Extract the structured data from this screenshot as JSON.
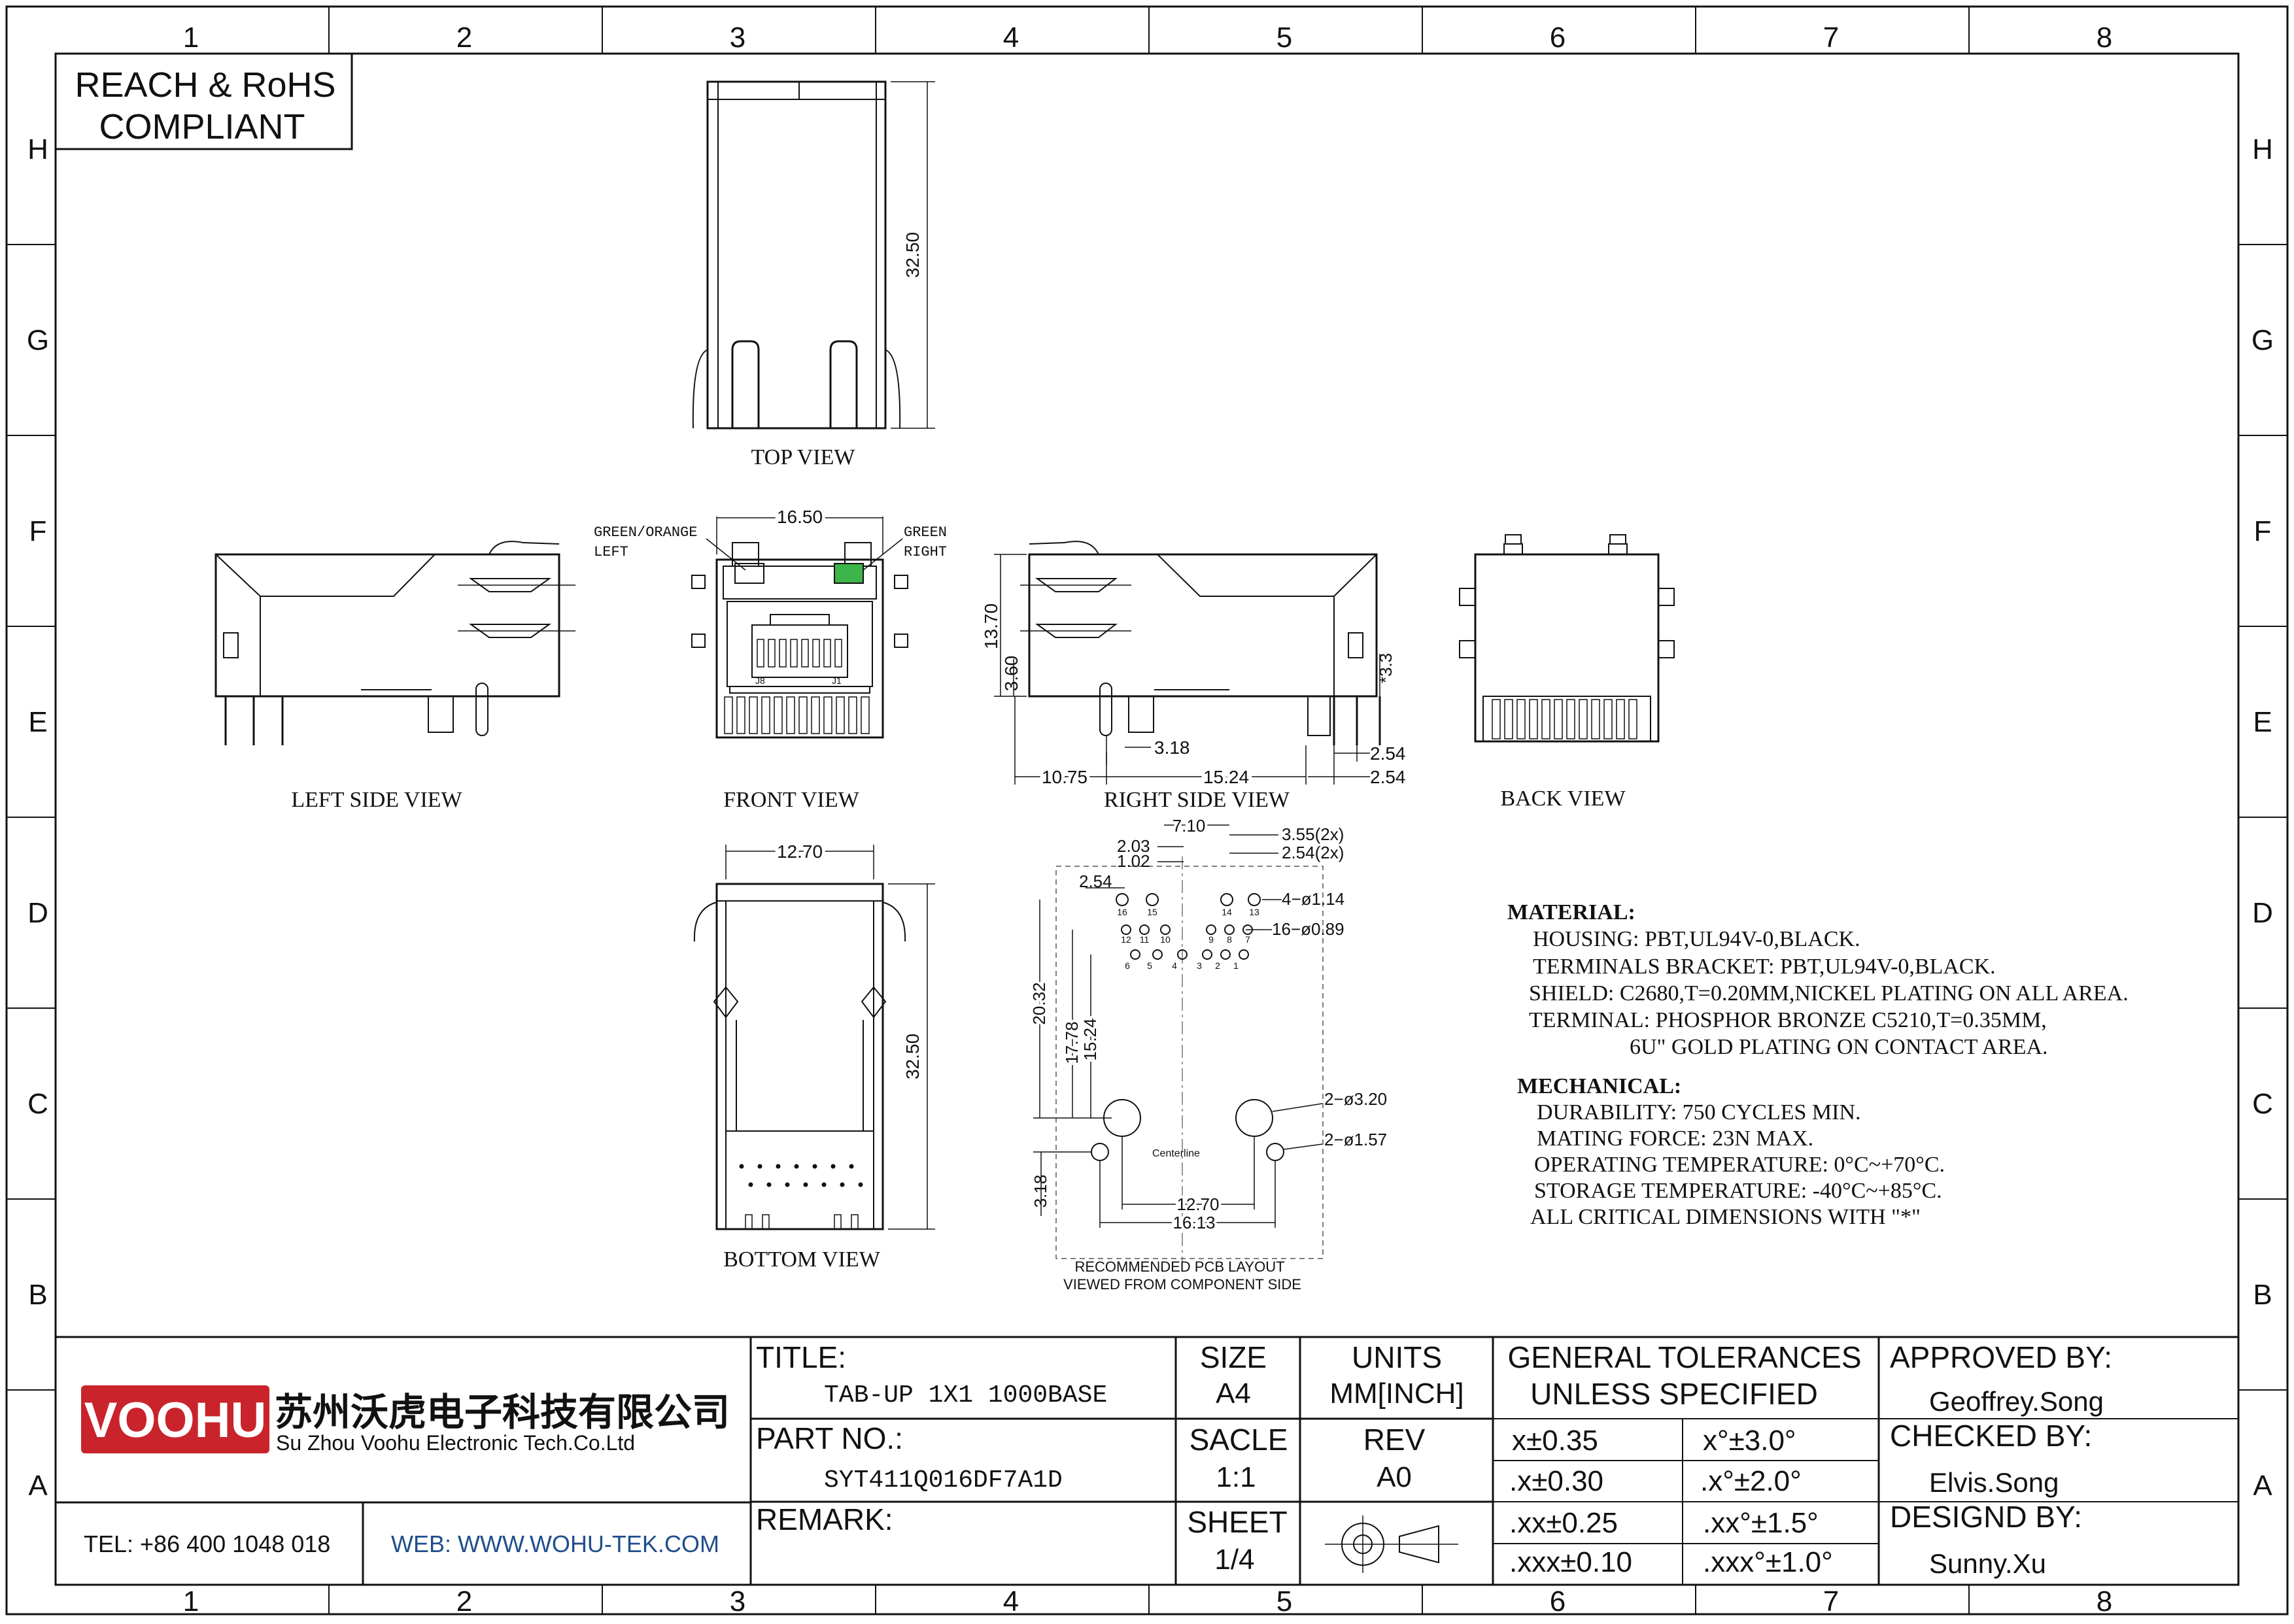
{
  "zones": {
    "columns": [
      "1",
      "2",
      "3",
      "4",
      "5",
      "6",
      "7",
      "8"
    ],
    "rows": [
      "H",
      "G",
      "F",
      "E",
      "D",
      "C",
      "B",
      "A"
    ]
  },
  "compliance": [
    "REACH & RoHS",
    "COMPLIANT"
  ],
  "views": {
    "top": "TOP VIEW",
    "left_side": "LEFT SIDE VIEW",
    "front": "FRONT VIEW",
    "right_side": "RIGHT SIDE VIEW",
    "back": "BACK VIEW",
    "bottom": "BOTTOM VIEW",
    "pcb_line1": "RECOMMENDED PCB LAYOUT",
    "pcb_line2": "VIEWED FROM COMPONENT SIDE",
    "centerline": "Centerline"
  },
  "led_labels": {
    "left_line1": "GREEN/ORANGE",
    "left_line2": "LEFT",
    "right_line1": "GREEN",
    "right_line2": "RIGHT",
    "left_color": "#ffffff",
    "right_color": "#3cb54a"
  },
  "front_pins": {
    "left": "J8",
    "right": "J1"
  },
  "dimensions": {
    "top_height": "32.50",
    "front_width": "16.50",
    "rs_13_70": "13.70",
    "rs_3_60": "3.60",
    "rs_3_3": "*3.3",
    "rs_3_18": "3.18",
    "rs_10_75": "10.75",
    "rs_15_24": "15.24",
    "rs_2_54a": "2.54",
    "rs_2_54b": "2.54",
    "bottom_width": "12.70",
    "bottom_height": "32.50",
    "pcb_7_10": "7.10",
    "pcb_2_03": "2.03",
    "pcb_1_02": "1.02",
    "pcb_3_55": "3.55(2x)",
    "pcb_2_54x": "2.54(2x)",
    "pcb_2_54": "2.54",
    "pcb_4_114": "4−ø1.14",
    "pcb_16_089": "16−ø0.89",
    "pcb_20_32": "20.32",
    "pcb_17_78": "17.78",
    "pcb_15_24": "15.24",
    "pcb_2_320": "2−ø3.20",
    "pcb_2_157": "2−ø1.57",
    "pcb_3_18": "3.18",
    "pcb_12_70": "12.70",
    "pcb_16_13": "16.13"
  },
  "pcb_pins": {
    "top_row": [
      "16",
      "15",
      "14",
      "13"
    ],
    "mid_row": [
      "12",
      "11",
      "10",
      "9",
      "8",
      "7"
    ],
    "low_row": [
      "6",
      "5",
      "4",
      "3",
      "2",
      "1"
    ]
  },
  "material": {
    "heading": "MATERIAL:",
    "lines": [
      "HOUSING: PBT,UL94V-0,BLACK.",
      "TERMINALS BRACKET: PBT,UL94V-0,BLACK.",
      "SHIELD: C2680,T=0.20MM,NICKEL PLATING ON ALL AREA.",
      "TERMINAL: PHOSPHOR BRONZE C5210,T=0.35MM,",
      "6U\" GOLD PLATING ON CONTACT AREA."
    ]
  },
  "mechanical": {
    "heading": "MECHANICAL:",
    "lines": [
      "DURABILITY: 750 CYCLES MIN.",
      "MATING FORCE: 23N MAX.",
      "OPERATING TEMPERATURE: 0°C~+70°C.",
      "STORAGE TEMPERATURE: -40°C~+85°C.",
      "ALL CRITICAL DIMENSIONS WITH \"*\""
    ]
  },
  "title_block": {
    "logo": "VOOHU",
    "company_cn": "苏州沃虎电子科技有限公司",
    "company_en": "Su Zhou Voohu Electronic Tech.Co.Ltd",
    "brand_color": "#c9242b",
    "tel": "TEL: +86 400 1048 018",
    "web": "WEB: WWW.WOHU-TEK.COM",
    "web_color": "#1f4e8c",
    "title_label": "TITLE:",
    "title_value": "TAB-UP 1X1 1000BASE",
    "part_label": "PART NO.:",
    "part_value": "SYT411Q016DF7A1D",
    "remark_label": "REMARK:",
    "size_label": "SIZE",
    "size_value": "A4",
    "units_label": "UNITS",
    "units_value": "MM[INCH]",
    "scale_label": "SACLE",
    "scale_value": "1:1",
    "rev_label": "REV",
    "rev_value": "A0",
    "sheet_label": "SHEET",
    "sheet_value": "1/4",
    "tolerance_title1": "GENERAL TOLERANCES",
    "tolerance_title2": "UNLESS SPECIFIED",
    "tolerances": [
      [
        "x±0.35",
        "x°±3.0°"
      ],
      [
        ".x±0.30",
        ".x°±2.0°"
      ],
      [
        ".xx±0.25",
        ".xx°±1.5°"
      ],
      [
        ".xxx±0.10",
        ".xxx°±1.0°"
      ]
    ],
    "approved_label": "APPROVED BY:",
    "approved_value": "Geoffrey.Song",
    "checked_label": "CHECKED BY:",
    "checked_value": "Elvis.Song",
    "designed_label": "DESIGND BY:",
    "designed_value": "Sunny.Xu"
  }
}
